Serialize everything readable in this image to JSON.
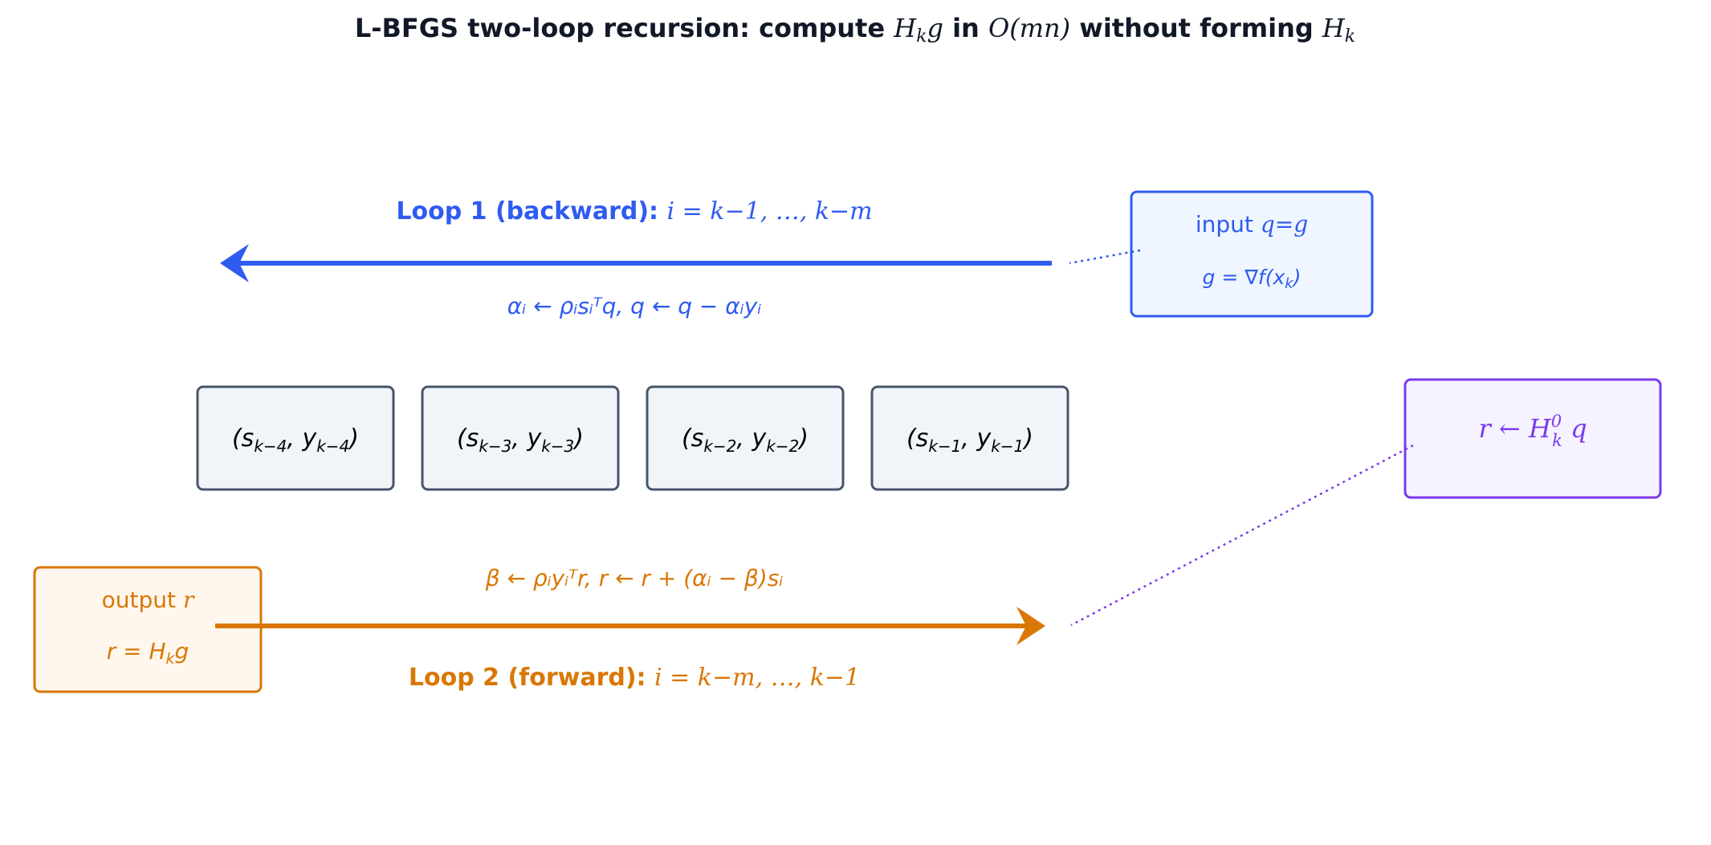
{
  "title": {
    "prefix": "L-BFGS two-loop recursion: compute ",
    "m1": "H",
    "m1_sub": "k",
    "m1_tail": "g",
    "mid": " in ",
    "m2": "O(mn)",
    "mid2": " without forming ",
    "m3": "H",
    "m3_sub": "k"
  },
  "colors": {
    "loop1": "#2f5bf0",
    "loop2": "#d97706",
    "init": "#7c3aed",
    "pair_stroke": "#475569",
    "pair_fill": "#f1f5f9",
    "input_fill": "#eff6ff",
    "output_fill": "#fff7ed",
    "init_fill": "#f5f3ff"
  },
  "loop1": {
    "label_bold": "Loop 1 (backward): ",
    "label_math": "i = k−1, …, k−m",
    "formula": "αᵢ ← ρᵢsᵢᵀq,    q ← q − αᵢyᵢ"
  },
  "loop2": {
    "label_bold": "Loop 2 (forward): ",
    "label_math": "i = k−m, …, k−1",
    "formula": "β ← ρᵢyᵢᵀr,    r ← r + (αᵢ − β)sᵢ"
  },
  "pairs": [
    {
      "label": "(s",
      "sub1": "k−4",
      "mid": ", y",
      "sub2": "k−4",
      "end": ")"
    },
    {
      "label": "(s",
      "sub1": "k−3",
      "mid": ", y",
      "sub2": "k−3",
      "end": ")"
    },
    {
      "label": "(s",
      "sub1": "k−2",
      "mid": ", y",
      "sub2": "k−2",
      "end": ")"
    },
    {
      "label": "(s",
      "sub1": "k−1",
      "mid": ", y",
      "sub2": "k−1",
      "end": ")"
    }
  ],
  "input_box": {
    "line1_text": "input  ",
    "line1_math": "q=g",
    "line2": "g = ∇f(x",
    "line2_sub": "k",
    "line2_end": ")"
  },
  "output_box": {
    "line1_text": "output  ",
    "line1_math": "r",
    "line2": "r = H",
    "line2_sub": "k",
    "line2_end": "g"
  },
  "init_box": {
    "text": "r ← H",
    "sup": "0",
    "sub": "k",
    "end": " q"
  }
}
